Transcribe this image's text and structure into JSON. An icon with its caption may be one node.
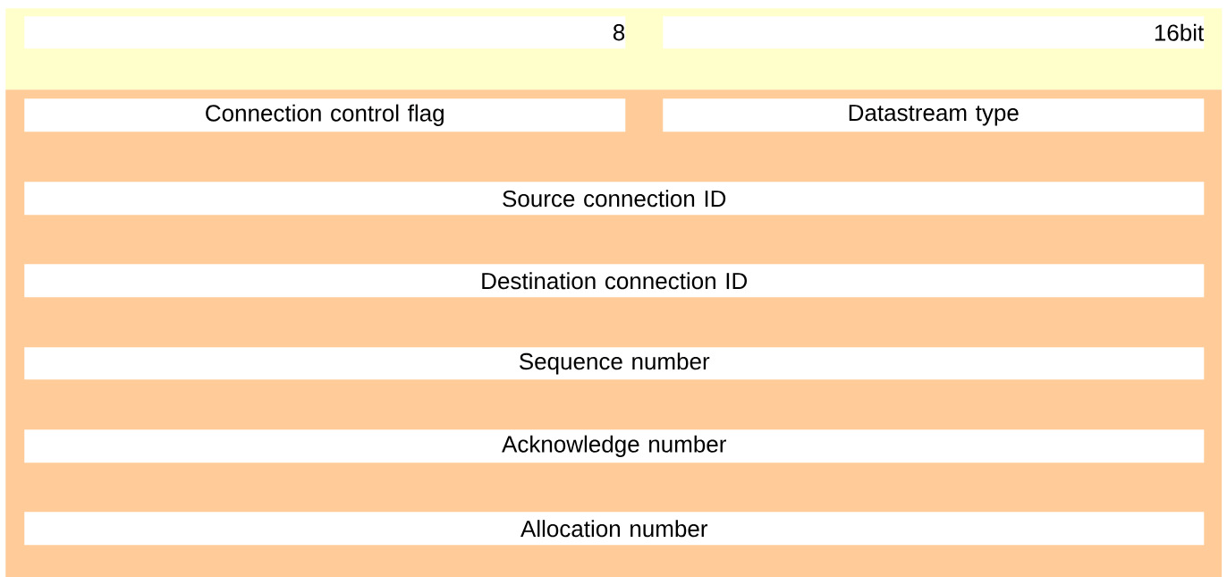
{
  "diagram": {
    "nodes": [
      {
        "text": [],
        "shape": "box"
      },
      {
        "text": [
          "8"
        ],
        "in": 0
      },
      {
        "text": [
          "16bit"
        ],
        "in": 0
      },
      {
        "text": [],
        "shape": "box"
      },
      {
        "text": [
          "Connection control flag"
        ],
        "in": 3
      },
      {
        "text": [
          "Datastream type"
        ],
        "in": 3
      },
      {
        "text": [
          "Source connection ID"
        ],
        "in": 3
      },
      {
        "text": [
          "Destination connection ID"
        ],
        "in": 3
      },
      {
        "text": [
          "Sequence number"
        ],
        "in": 3
      },
      {
        "text": [
          "Acknowledge number"
        ],
        "in": 3
      },
      {
        "text": [
          "Allocation number"
        ],
        "in": 3
      }
    ]
  }
}
